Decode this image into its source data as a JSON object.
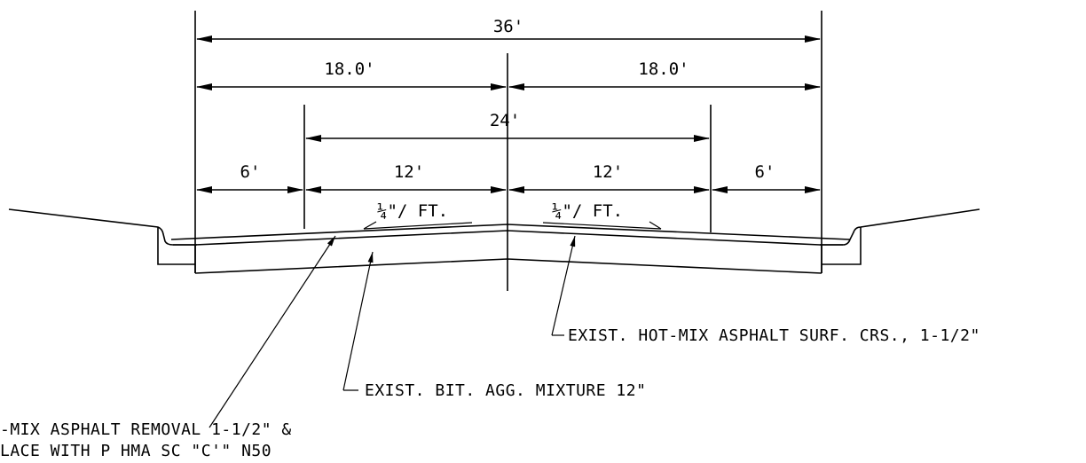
{
  "dimensions": {
    "total_width": "36'",
    "left_half": "18.0'",
    "right_half": "18.0'",
    "pavement_width": "24'",
    "left_shoulder": "6'",
    "left_lane": "12'",
    "right_lane": "12'",
    "right_shoulder": "6'"
  },
  "slopes": {
    "left": "¼\"/ FT.",
    "right": "¼\"/ FT."
  },
  "callouts": {
    "surface_course": "EXIST. HOT-MIX ASPHALT SURF. CRS., 1-1/2\"",
    "aggregate_mixture": "EXIST. BIT. AGG. MIXTURE 12\"",
    "removal_line1": "-MIX ASPHALT REMOVAL 1-1/2\" &",
    "removal_line2": "LACE WITH P HMA SC \"C'\" N50"
  }
}
